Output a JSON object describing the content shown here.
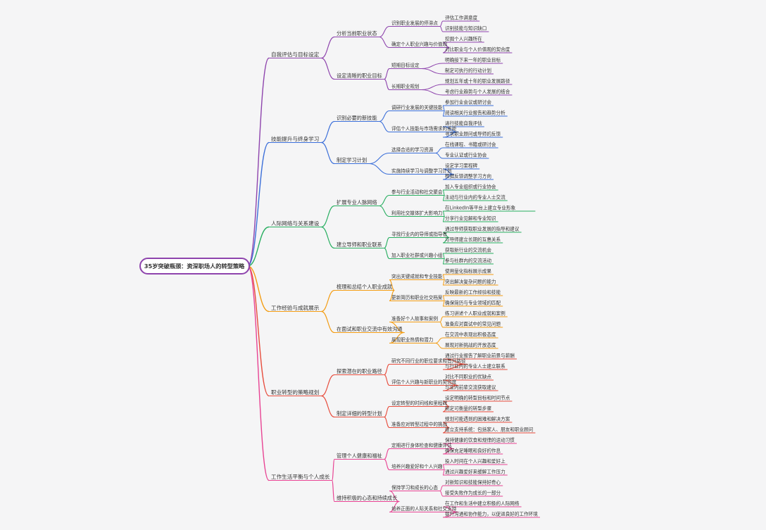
{
  "colors": {
    "background": "#f5f5f6",
    "text": "#333333",
    "root_border": "#8e44ad",
    "branches": [
      "#8e44ad",
      "#3b6fd9",
      "#27ae60",
      "#f39c12",
      "#e74c3c",
      "#e84393"
    ]
  },
  "root": {
    "label": "35岁突破瓶颈：资深职场人的转型策略"
  },
  "branches": [
    {
      "label": "自我评估与目标设定",
      "children": [
        {
          "label": "分析当前职业状态",
          "children": [
            {
              "label": "识别职业发展的停滞点",
              "children": [
                "评估工作满意度",
                "识别技能与知识缺口"
              ]
            },
            {
              "label": "确定个人职业兴趣与价值观",
              "children": [
                "挖掘个人兴趣所在",
                "对比职业与个人价值观的契合度"
              ]
            }
          ]
        },
        {
          "label": "设定清晰的职业目标",
          "children": [
            {
              "label": "短期目标设定",
              "children": [
                "明确接下来一年的职业目标",
                "制定可执行的行动计划"
              ]
            },
            {
              "label": "长期职业规划",
              "children": [
                "规划五年或十年的职业发展路径",
                "考虑行业趋势与个人发展的结合"
              ]
            }
          ]
        }
      ]
    },
    {
      "label": "技能提升与终身学习",
      "children": [
        {
          "label": "识别必要的新技能",
          "children": [
            {
              "label": "调研行业发展的关键技能",
              "children": [
                "参加行业会议或研讨会",
                "阅读相关行业报告和趋势分析"
              ]
            },
            {
              "label": "评估个人技能与市场需求的差距",
              "children": [
                "进行技能自我评估",
                "寻求职业顾问或导师的反馈"
              ]
            }
          ]
        },
        {
          "label": "制定学习计划",
          "children": [
            {
              "label": "选择合适的学习资源",
              "children": [
                "在线课程、书籍或研讨会",
                "专业认证或行业协会"
              ]
            },
            {
              "label": "实施持续学习与调整学习计划",
              "children": [
                "设定学习里程碑",
                "根据反馈调整学习方向"
              ]
            }
          ]
        }
      ]
    },
    {
      "label": "人际网络与关系建设",
      "children": [
        {
          "label": "扩展专业人脉网络",
          "children": [
            {
              "label": "参与行业活动和社交聚会",
              "children": [
                "加入专业组织或行业协会",
                "主动与行业内的专业人士交流"
              ]
            },
            {
              "label": "利用社交媒体扩大影响力",
              "children": [
                "在LinkedIn等平台上建立专业形象",
                "分享行业见解和专业知识"
              ]
            }
          ]
        },
        {
          "label": "建立导师和职业联系",
          "children": [
            {
              "label": "寻找行业内的导师或指导者",
              "children": [
                "通过导师获取职业发展的指导和建议",
                "与导师建立长期的互惠关系"
              ]
            },
            {
              "label": "加入职业社群或兴趣小组",
              "children": [
                "获取新行业的交流机会",
                "参与社群内的交流活动"
              ]
            }
          ]
        }
      ]
    },
    {
      "label": "工作经验与成就展示",
      "children": [
        {
          "label": "梳理和总结个人职业成就",
          "children": [
            {
              "label": "突出关键成就和专业技能",
              "children": [
                "使用量化指标展示成果",
                "突出解决复杂问题的能力"
              ]
            },
            {
              "label": "更新简历和职业社交档案",
              "children": [
                "反映最新的工作经验和技能",
                "确保简历与专业领域的匹配"
              ]
            }
          ]
        },
        {
          "label": "在面试和职业交流中有效沟通",
          "children": [
            {
              "label": "准备好个人故事和案例",
              "children": [
                "练习讲述个人职业成就和案例",
                "准备应对面试中的常见问题"
              ]
            },
            {
              "label": "展现职业热情和潜力",
              "children": [
                "在交流中表现出积极态度",
                "展现对新挑战的开放态度"
              ]
            }
          ]
        }
      ]
    },
    {
      "label": "职业转型的策略规划",
      "children": [
        {
          "label": "探索潜在的职业路径",
          "children": [
            {
              "label": "研究不同行业的职位要求和晋升路径",
              "children": [
                "通过行业报告了解职业前景与薪酬",
                "与行业内的专业人士建立联系"
              ]
            },
            {
              "label": "评估个人兴趣与新职业的契合度",
              "children": [
                "对比不同职业的优缺点",
                "与业内前辈交流获取建议"
              ]
            }
          ]
        },
        {
          "label": "制定详细的转型计划",
          "children": [
            {
              "label": "设定转型的时间线和里程碑",
              "children": [
                "设定明确的转型目标和时间节点",
                "制定可衡量的转型步骤"
              ]
            },
            {
              "label": "准备应对转型过程中的挑战",
              "children": [
                "规划可能遇到的困难和解决方案",
                "建立支持系统：包括家人、朋友和职业顾问"
              ]
            }
          ]
        }
      ]
    },
    {
      "label": "工作生活平衡与个人成长",
      "children": [
        {
          "label": "管理个人健康和福祉",
          "children": [
            {
              "label": "定期进行身体检查和健康评估",
              "children": [
                "保持健康的饮食和规律的运动习惯",
                "确保充足睡眠和良好的作息"
              ]
            },
            {
              "label": "培养兴趣爱好和个人兴趣",
              "children": [
                "投入时间在个人兴趣和爱好上",
                "通过兴趣爱好来缓解工作压力"
              ]
            }
          ]
        },
        {
          "label": "维持积极的心态和持续成长",
          "children": [
            {
              "label": "保持学习和成长的心态",
              "children": [
                "对新知识和技能保持好奇心",
                "接受失败作为成长的一部分"
              ]
            },
            {
              "label": "培养正面的人际关系和社交支持",
              "children": [
                "在工作和生活中建立积极的人际网络",
                "提升沟通和协作能力，以促进良好的工作环境"
              ]
            }
          ]
        }
      ]
    }
  ]
}
